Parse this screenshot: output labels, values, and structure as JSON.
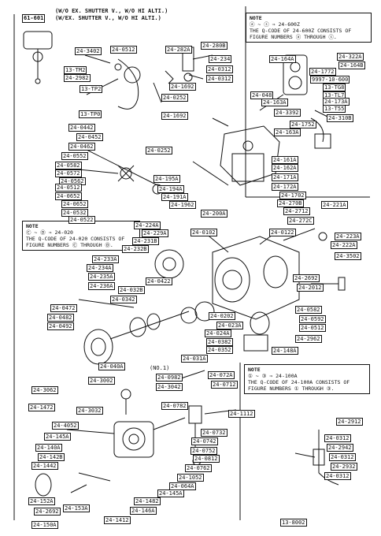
{
  "header": {
    "ref": "61-601",
    "line1": "(W/O EX. SHUTTER V., W/O HI ALTI.)",
    "line2": "(W/EX. SHUTTER V., W/O HI ALTI.)"
  },
  "notes": [
    {
      "title": "NOTE",
      "formula": "ⓐ ~ ⓢ ⇒ 24-600Z",
      "body1": "THE Q-CODE OF 24-600Z CONSISTS OF",
      "body2": "FIGURE NUMBERS ⓐ THROUGH ⓢ."
    },
    {
      "title": "NOTE",
      "formula": "Ⓒ ~ Ⓓ ⇒ 24-020",
      "body1": "THE Q-CODE OF 24-020 CONSISTS OF",
      "body2": "FIGURE NUMBERS Ⓒ THROUGH Ⓓ."
    },
    {
      "title": "NOTE",
      "formula": "① ~ ③ ⇒ 24-100A",
      "body1": "THE Q-CODE OF 24-100A CONSISTS OF",
      "body2": "FIGURE NUMBERS ① THROUGH ③."
    }
  ],
  "labels": [
    "24-3402",
    "24-0512",
    "13-TM2",
    "24-2982",
    "13-TP2",
    "13-TP0",
    "24-282A",
    "24-280B",
    "24-234",
    "24-0312",
    "24-0312",
    "24-1692",
    "24-0252",
    "24-1692",
    "24-164A",
    "24-322A",
    "24-164B",
    "24-1772",
    "9997-10-600",
    "13-TG8",
    "13-TL7",
    "24-173A",
    "13-T55",
    "24-048",
    "24-163A",
    "24-3392",
    "24-1752",
    "24-163A",
    "24-310B",
    "24-0442",
    "24-0452",
    "24-0462",
    "24-0552",
    "24-0582",
    "24-0572",
    "24-0562",
    "24-0512",
    "24-0652",
    "24-0652",
    "24-0532",
    "24-0522",
    "24-0252",
    "24-195A",
    "24-194A",
    "24-191A",
    "24-1962",
    "24-200A",
    "24-161A",
    "24-162A",
    "24-171A",
    "24-172A",
    "24-1702",
    "24-270B",
    "24-2712",
    "24-272C",
    "24-221A",
    "24-224A",
    "24-229A",
    "24-231B",
    "24-232B",
    "24-233A",
    "24-234A",
    "24-235A",
    "24-236A",
    "24-032B",
    "24-0422",
    "24-0342",
    "24-0472",
    "24-0482",
    "24-0492",
    "24-0102",
    "24-0122",
    "24-223A",
    "24-222A",
    "24-3502",
    "24-2692",
    "24-2012",
    "24-0582",
    "24-0592",
    "24-0512",
    "24-2962",
    "24-148A",
    "24-0202",
    "24-023A",
    "24-024A",
    "24-0382",
    "24-0352",
    "24-031A",
    "24-040A",
    "(NO.1)",
    "24-0982",
    "24-3042",
    "24-3002",
    "24-3062",
    "24-072A",
    "24-0712",
    "24-1112",
    "24-1472",
    "24-3032",
    "24-4052",
    "24-145A",
    "24-140A",
    "24-142B",
    "24-1442",
    "24-0782",
    "24-0732",
    "24-0742",
    "24-0752",
    "24-0812",
    "24-0762",
    "24-1052",
    "24-064A",
    "24-145A",
    "24-1482",
    "24-146A",
    "24-1412",
    "24-152A",
    "24-2692",
    "24-153A",
    "24-150A",
    "24-2912",
    "24-0312",
    "24-2942",
    "24-0312",
    "24-2932",
    "24-0312",
    "13-8002"
  ],
  "colors": {
    "ink": "#111111",
    "paper": "#ffffff"
  }
}
